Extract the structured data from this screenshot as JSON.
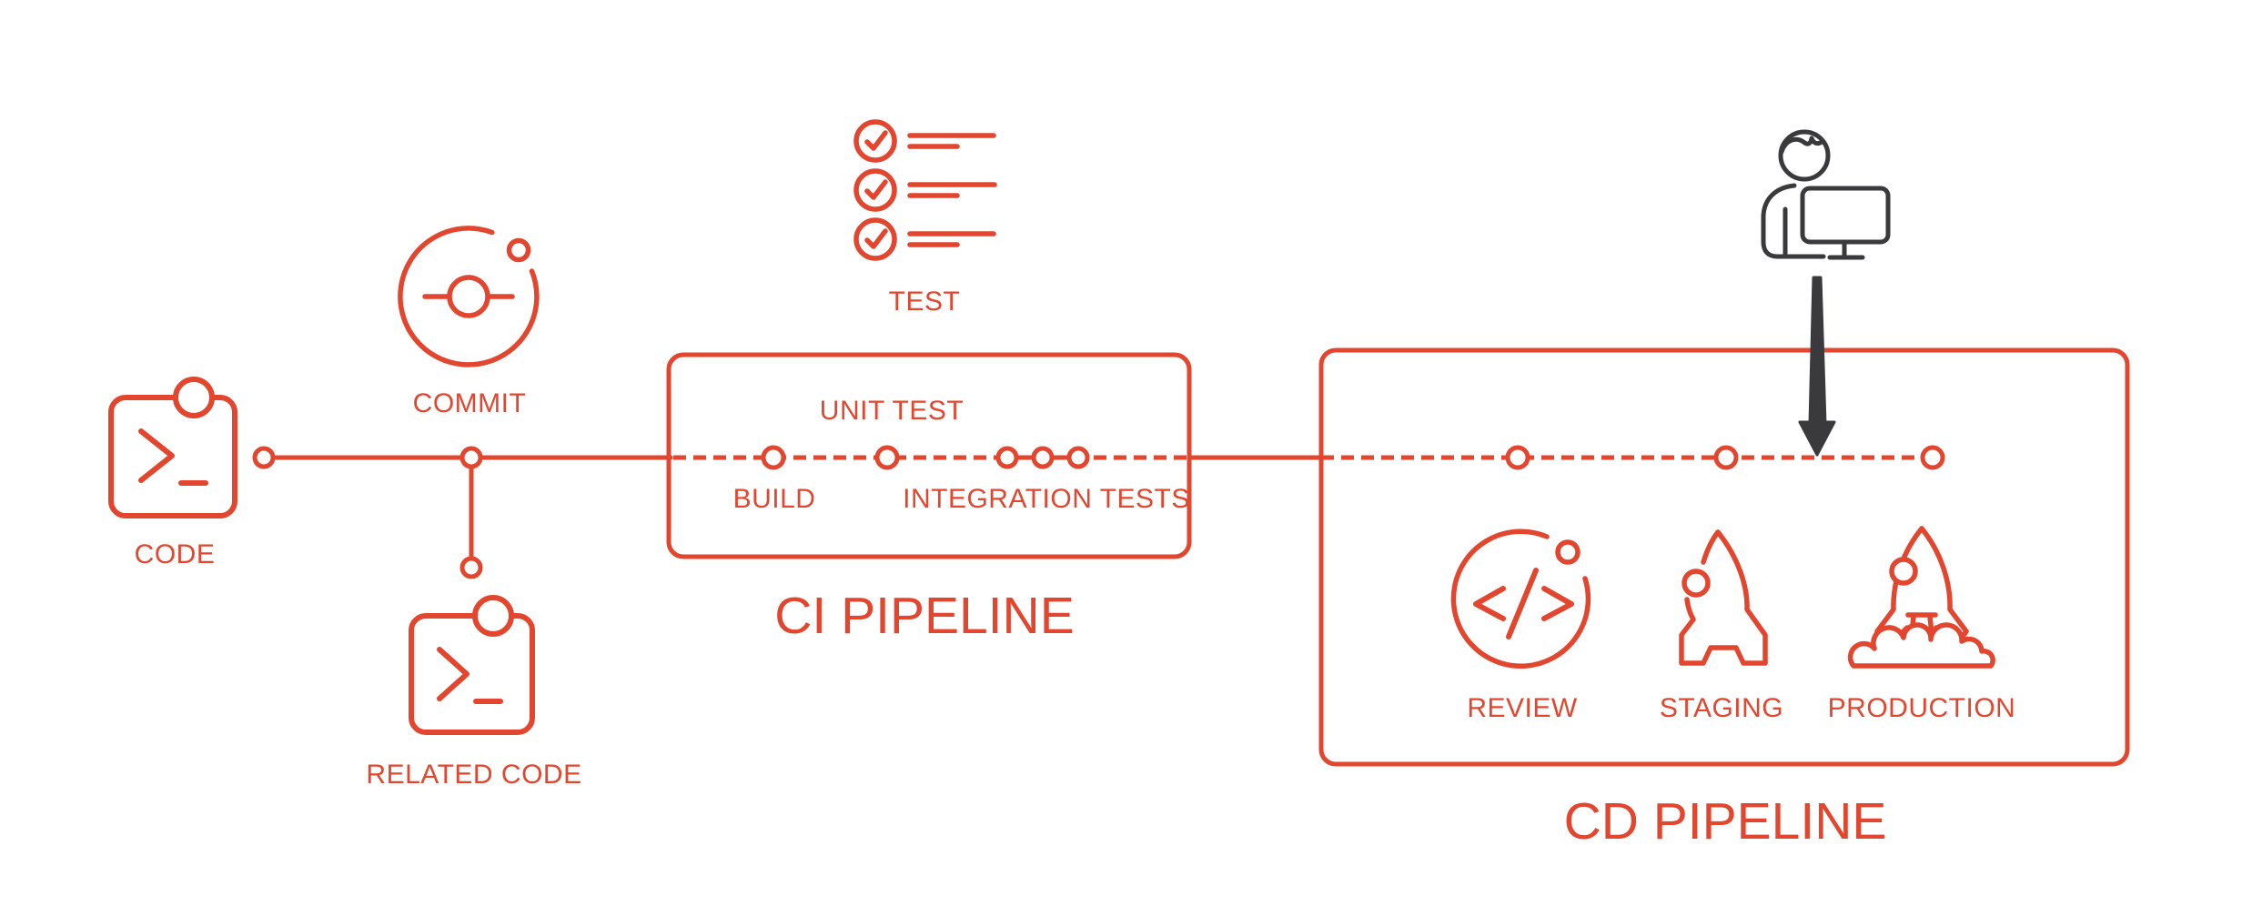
{
  "title": "CI/CD pipeline diagram",
  "colors": {
    "accent": "#E2462F",
    "dark": "#3A3A3C",
    "background": "#FFFFFF"
  },
  "labels": {
    "code": "CODE",
    "commit": "COMMIT",
    "related_code": "RELATED CODE",
    "test": "TEST",
    "unit_test": "UNIT TEST",
    "build": "BUILD",
    "integration_tests": "INTEGRATION TESTS",
    "review": "REVIEW",
    "staging": "STAGING",
    "production": "PRODUCTION",
    "ci_pipeline": "CI PIPELINE",
    "cd_pipeline": "CD PIPELINE"
  },
  "icons": {
    "code": "terminal-code-icon",
    "commit": "git-commit-icon",
    "related_code": "terminal-code-icon",
    "test": "checklist-icon",
    "review": "code-review-icon",
    "staging": "rocket-icon",
    "production": "rocket-launch-icon",
    "developer": "person-at-computer-icon",
    "deploy_arrow": "down-arrow-icon"
  },
  "structure": {
    "ci_pipeline_stages": [
      "BUILD",
      "UNIT TEST",
      "INTEGRATION TESTS"
    ],
    "cd_pipeline_stages": [
      "REVIEW",
      "STAGING",
      "PRODUCTION"
    ],
    "timeline_branches": [
      "CODE",
      "COMMIT",
      "RELATED CODE"
    ]
  }
}
